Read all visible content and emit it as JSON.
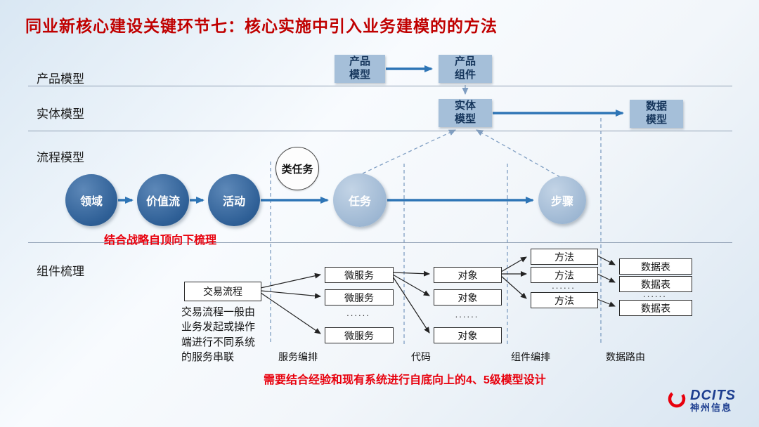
{
  "title": "同业新核心建设关键环节七：核心实施中引入业务建模的的方法",
  "lanes": {
    "product": "产品模型",
    "entity": "实体模型",
    "process": "流程模型",
    "component": "组件梳理"
  },
  "product_row": {
    "product_model": "产品\n模型",
    "product_component": "产品\n组件"
  },
  "entity_row": {
    "entity_model": "实体\n模型",
    "data_model": "数据\n模型"
  },
  "process_row": {
    "domain": "领域",
    "value_stream": "价值流",
    "activity": "活动",
    "task_class": "类任务",
    "task": "任务",
    "step": "步骤",
    "top_down_note": "结合战略自顶向下梳理"
  },
  "component_row": {
    "transaction_flow": "交易流程",
    "transaction_desc": "交易流程一般由业务发起或操作端进行不同系统的服务串联",
    "microservices": [
      "微服务",
      "微服务",
      "微服务"
    ],
    "objects": [
      "对象",
      "对象",
      "对象"
    ],
    "methods": [
      "方法",
      "方法",
      "方法"
    ],
    "tables": [
      "数据表",
      "数据表",
      "数据表"
    ],
    "ellipsis": "......",
    "columns": [
      "服务编排",
      "代码",
      "组件编排",
      "数据路由"
    ]
  },
  "bottom_note": "需要结合经验和现有系统进行自底向上的4、5级模型设计",
  "logo": {
    "brand": "DCITS",
    "company": "神州信息"
  },
  "colors": {
    "title_red": "#c00000",
    "note_red": "#e8000d",
    "arrow_blue": "#2e75b6",
    "brand_blue": "#1c3d8f",
    "box_blue": "#a5bfd9"
  }
}
